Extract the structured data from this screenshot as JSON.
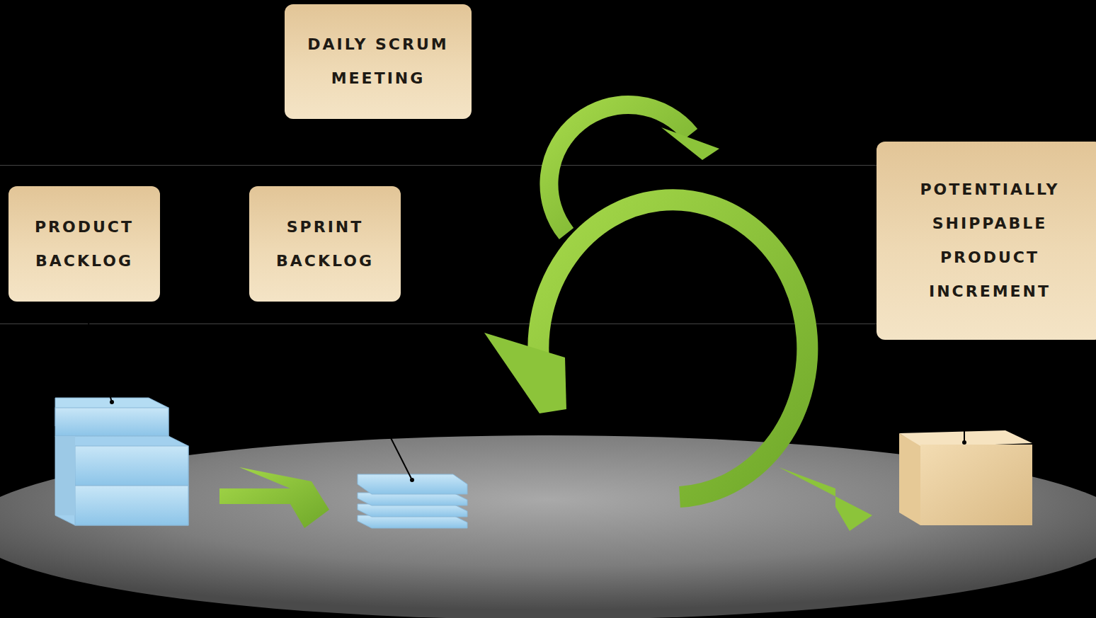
{
  "diagram": {
    "nodes": [
      {
        "text": [
          "DAILY SCRUM MEETING"
        ]
      },
      {
        "text": [
          "PRODUCT BACKLOG"
        ]
      },
      {
        "text": [
          "SPRINT BACKLOG"
        ]
      },
      {
        "text": [
          "POTENTIALLY SHIPPABLE PRODUCT INCREMENT"
        ]
      }
    ]
  }
}
